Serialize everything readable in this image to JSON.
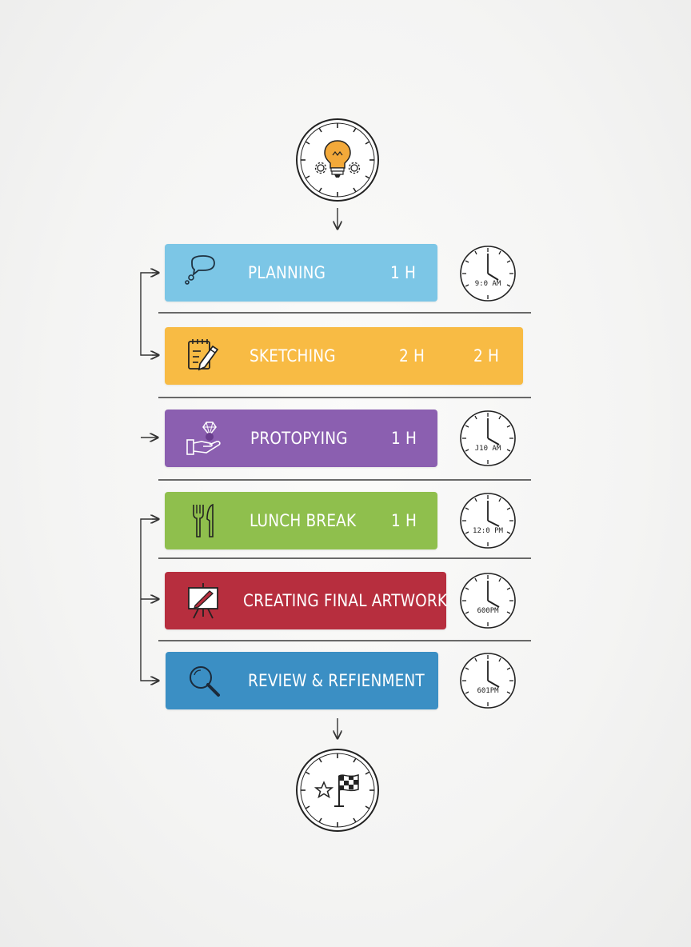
{
  "colors": {
    "planning": "#7cc6e6",
    "sketching": "#f8bb44",
    "prototyping": "#8b5fb0",
    "lunch": "#8fbf4d",
    "final": "#b72e3e",
    "review": "#3b8fc4",
    "line": "#333333",
    "bulb": "#f3a93a"
  },
  "start": {
    "icon": "lightbulb-gears-icon"
  },
  "finish": {
    "icon": "star-checkered-flag-icon"
  },
  "steps": [
    {
      "label": "PLANNING",
      "duration": "1 H",
      "duration2": "",
      "time": "9:0 AM",
      "icon": "speech-bubble-icon"
    },
    {
      "label": "SKETCHING",
      "duration": "2 H",
      "duration2": "2 H",
      "time": "",
      "icon": "notepad-pencil-icon"
    },
    {
      "label": "PROTOPYING",
      "duration": "1 H",
      "duration2": "",
      "time": "J10 AM",
      "icon": "hand-gem-icon"
    },
    {
      "label": "LUNCH BREAK",
      "duration": "1 H",
      "duration2": "",
      "time": "12:0 PM",
      "icon": "fork-knife-icon"
    },
    {
      "label": "CREATING FINAL ARTWORK",
      "duration": "",
      "duration2": "",
      "time": "600PM",
      "icon": "easel-brush-icon"
    },
    {
      "label": "REVIEW & REFIENMENT",
      "duration": "",
      "duration2": "",
      "time": "601PM",
      "icon": "magnifier-icon"
    }
  ]
}
